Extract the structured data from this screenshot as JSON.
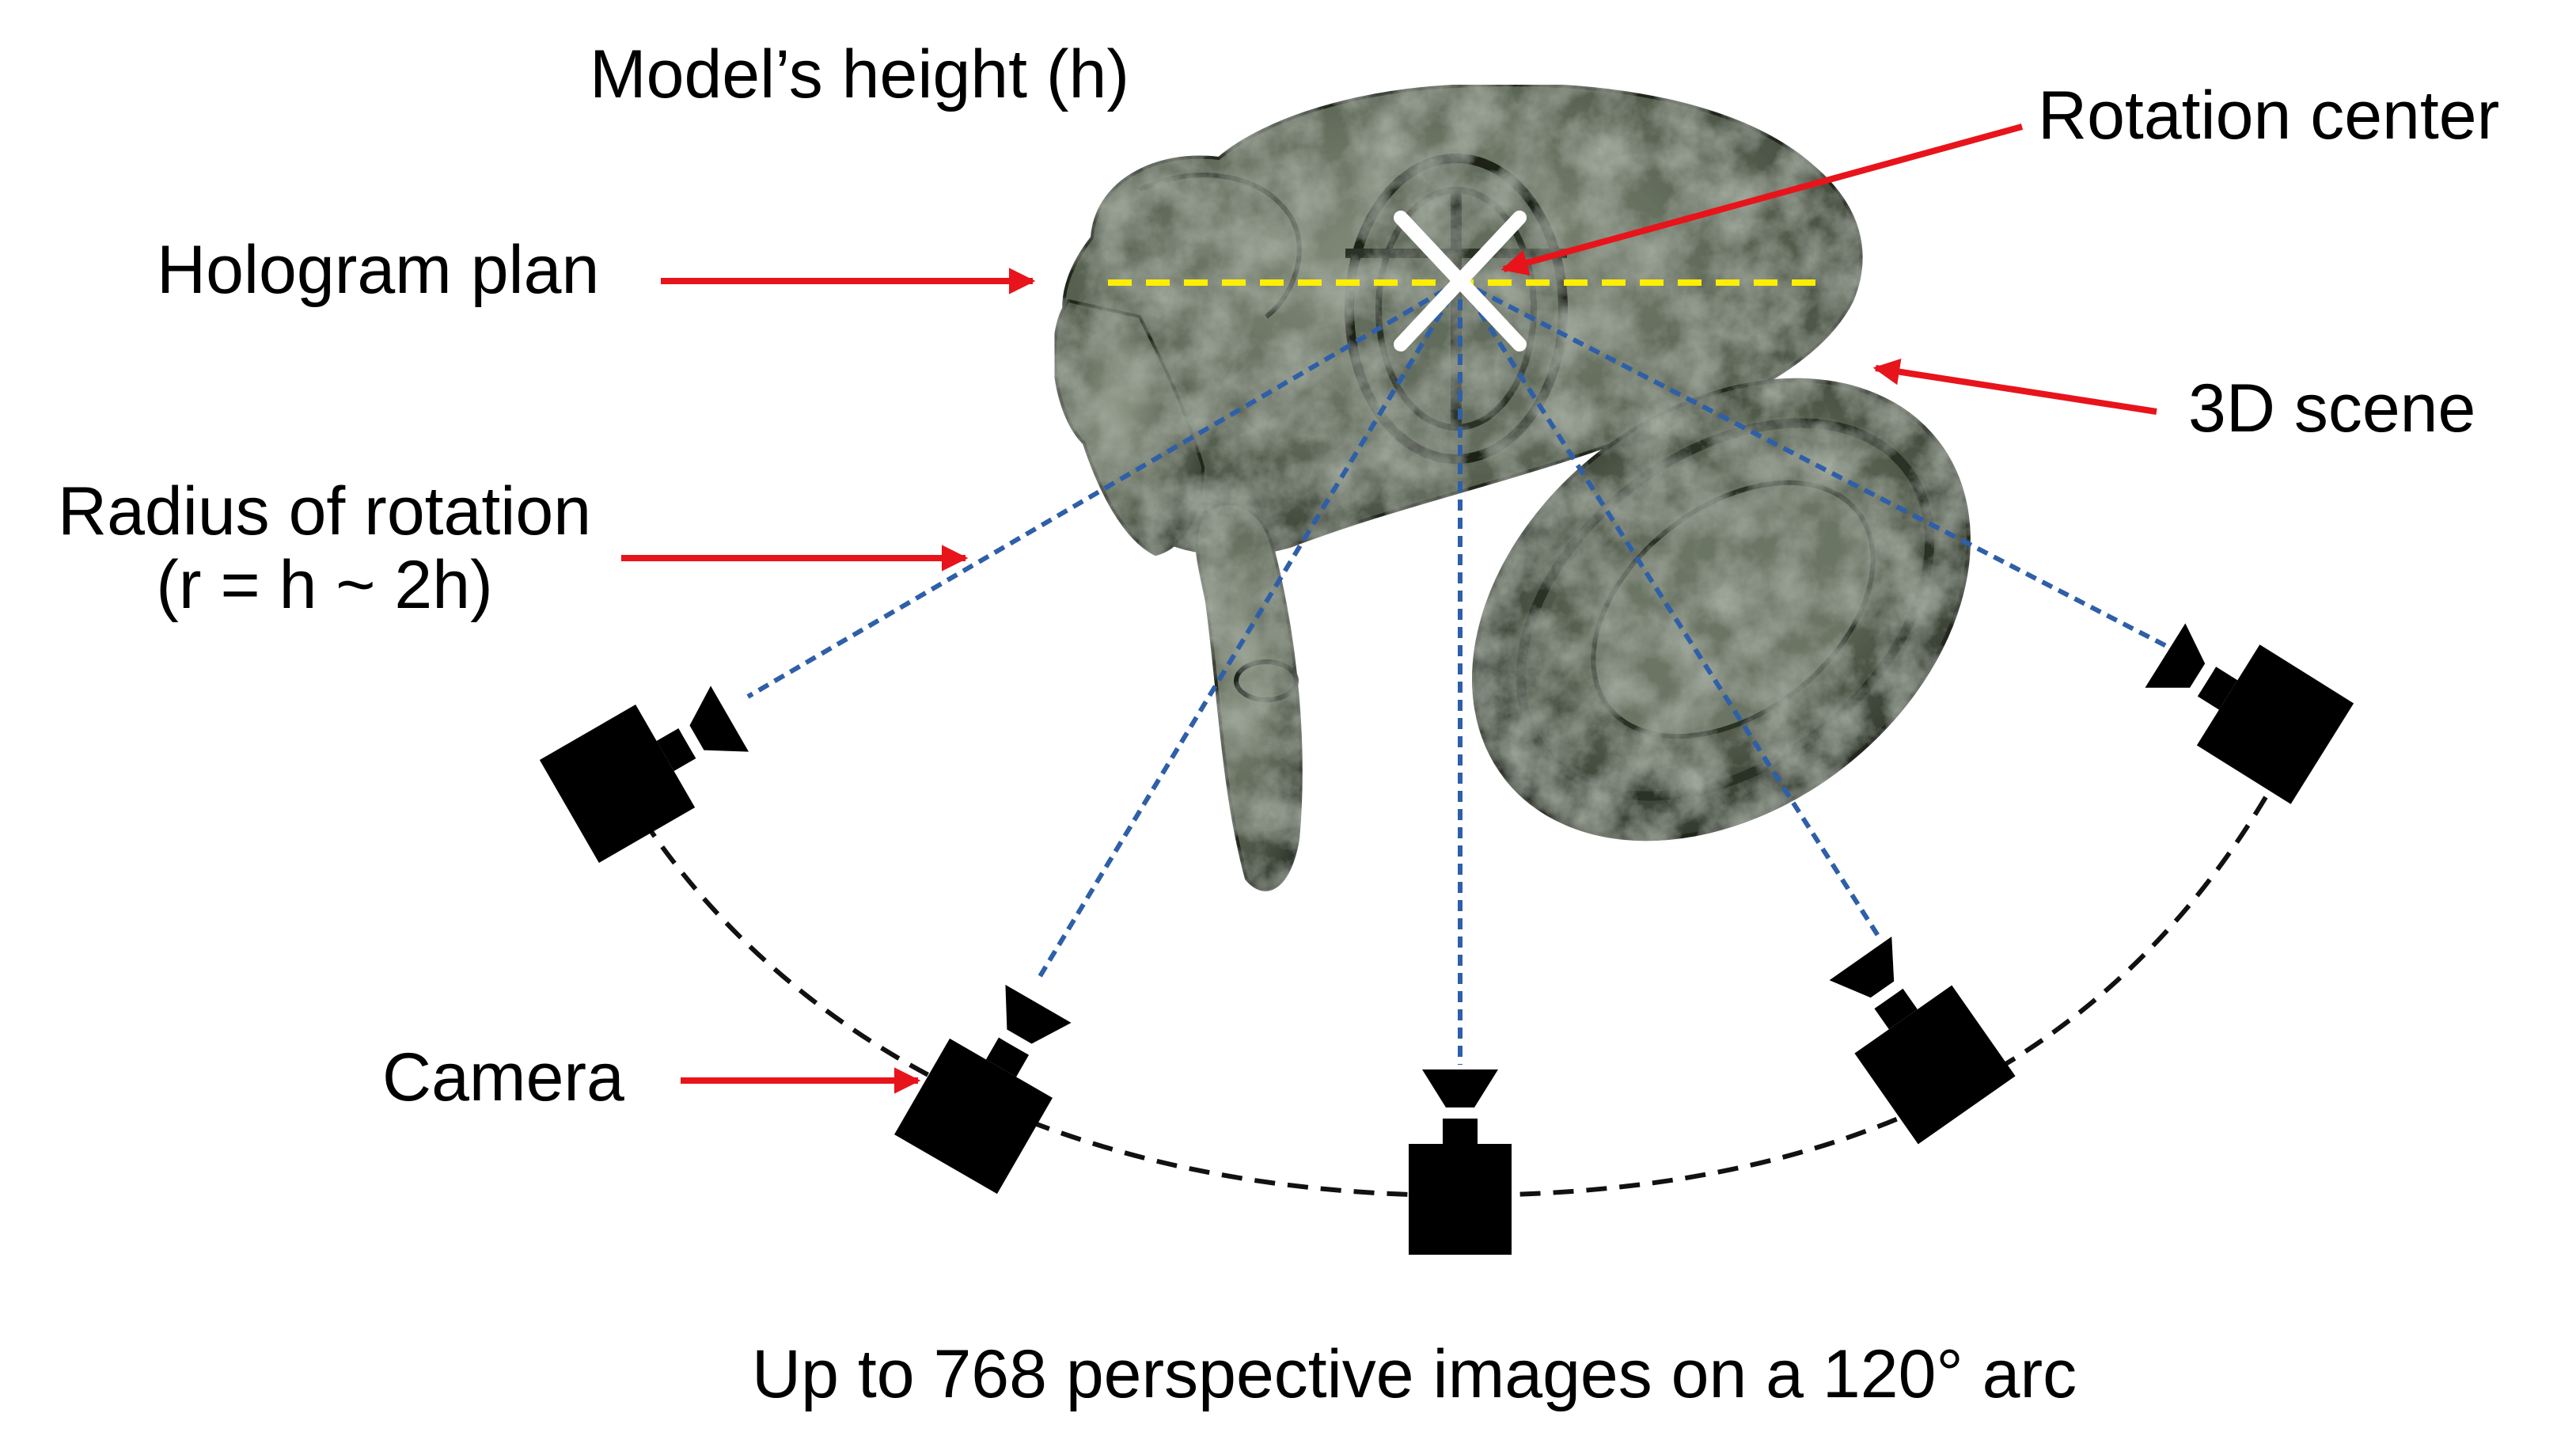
{
  "labels": {
    "model_height": "Model’s height (h)",
    "rotation_center": "Rotation center",
    "hologram_plan": "Hologram plan",
    "scene_3d": "3D scene",
    "radius_line1": "Radius of rotation",
    "radius_line2": "(r = h ~ 2h)",
    "camera": "Camera",
    "caption": "Up to 768 perspective images on a 120° arc"
  },
  "colors": {
    "arrow": "#e8141b",
    "hologram_plane": "#ffee00",
    "view_rays": "#2e5fa8",
    "camera_arc": "#111111",
    "camera_body": "#000000",
    "rotation_center_marker": "#ffffff",
    "scene_stone": "#55604f"
  },
  "icons": {
    "camera": "camera-icon",
    "rotation_center": "x-cross-icon",
    "scene": "stone-sculpture-3d-model"
  }
}
